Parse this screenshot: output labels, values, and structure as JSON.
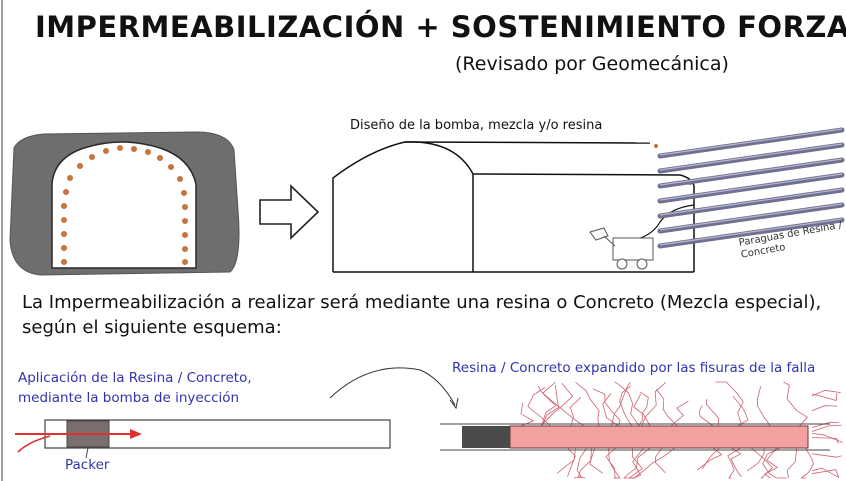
{
  "title": "IMPERMEABILIZACIÓN + SOSTENIMIENTO FORZADO",
  "subtitle": "(Revisado por Geomecánica)",
  "pump_label": "Diseño de la bomba, mezcla y/o resina",
  "paraguas_label": "Paraguas de Resina / Concreto",
  "description": "La Impermeabilización a realizar será mediante una resina o Concreto (Mezcla especial), según el siguiente esquema:",
  "application_label": "Aplicación de la Resina / Concreto, mediante la bomba de inyección",
  "expansion_label": "Resina / Concreto expandido por las fisuras de la falla",
  "packer_label": "Packer",
  "colors": {
    "rock": "#6e6e6e",
    "bolt": "#c8743a",
    "pipe": "#707090",
    "resin": "#f2a0a0",
    "crack": "#d06070",
    "injection_arrow": "#e03030",
    "label_blue": "#3333b0"
  }
}
